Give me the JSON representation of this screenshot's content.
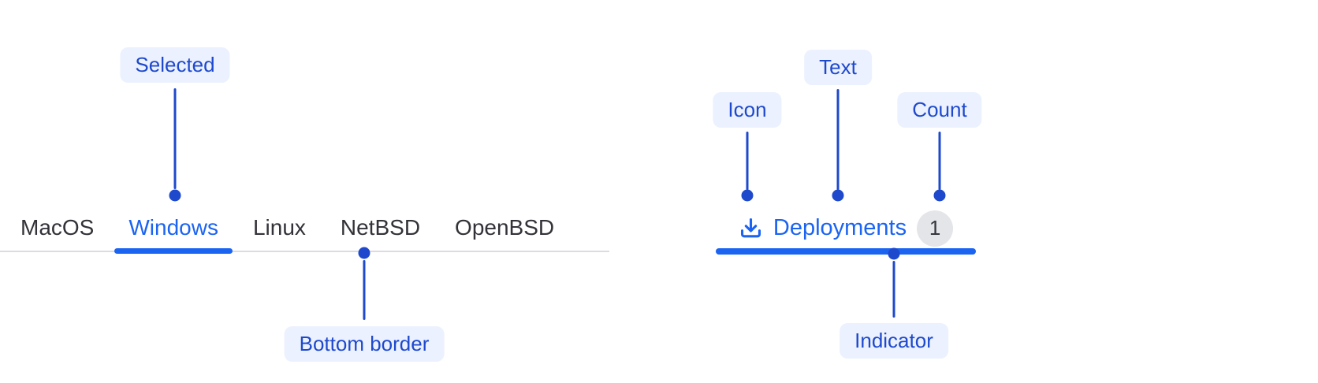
{
  "colors": {
    "accent_blue": "#1b64f2",
    "annotation_blue": "#1e49cd",
    "annotation_badge_bg": "#ebf1fe",
    "tab_text": "#333238",
    "tabbar_border": "#dcdce0",
    "count_badge_bg": "#e4e5e9",
    "count_badge_text": "#35353d",
    "background": "#ffffff"
  },
  "os_tab_bar": {
    "items": [
      {
        "label": "MacOS",
        "selected": false
      },
      {
        "label": "Windows",
        "selected": true
      },
      {
        "label": "Linux",
        "selected": false
      },
      {
        "label": "NetBSD",
        "selected": false
      },
      {
        "label": "OpenBSD",
        "selected": false
      }
    ]
  },
  "deployments_tab": {
    "icon": "download-icon",
    "label": "Deployments",
    "count": "1",
    "selected": true
  },
  "annotations": {
    "selected": {
      "label": "Selected",
      "target": "selected tab label"
    },
    "bottom_border": {
      "label": "Bottom border",
      "target": "tab bar bottom border"
    },
    "icon": {
      "label": "Icon",
      "target": "tab icon"
    },
    "text": {
      "label": "Text",
      "target": "tab text"
    },
    "count": {
      "label": "Count",
      "target": "tab count badge"
    },
    "indicator": {
      "label": "Indicator",
      "target": "active tab indicator"
    }
  }
}
